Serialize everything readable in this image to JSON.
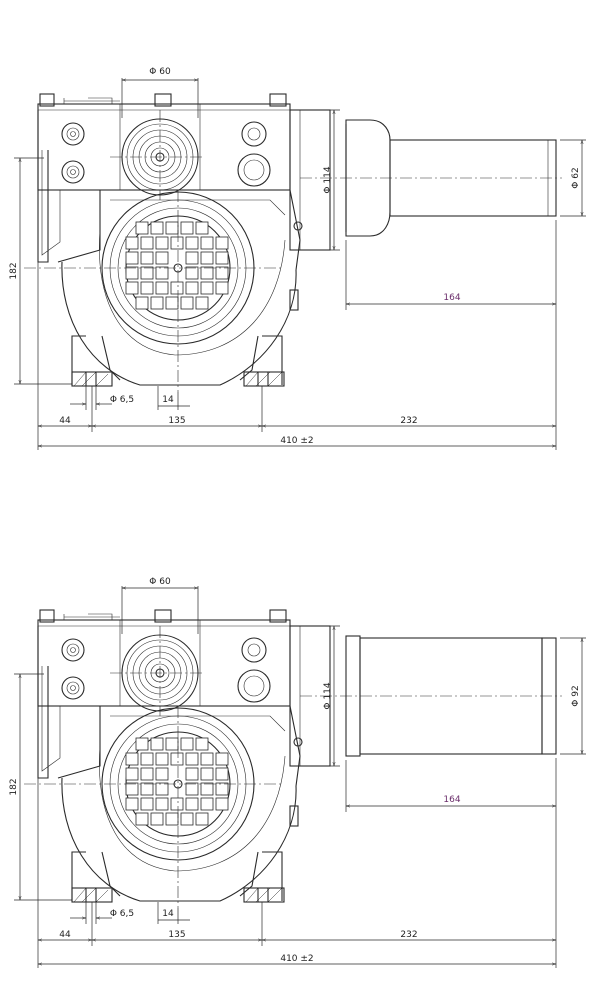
{
  "views": [
    {
      "id": "top",
      "dims": {
        "d60": "Φ 60",
        "d114": "Φ 114",
        "d_out": "Φ 62",
        "h182": "182",
        "l164": "164",
        "d65": "Φ 6,5",
        "w14": "14",
        "w44": "44",
        "w135": "135",
        "w232": "232",
        "total": "410 ±2"
      }
    },
    {
      "id": "bottom",
      "dims": {
        "d60": "Φ 60",
        "d114": "Φ 114",
        "d_out": "Φ 92",
        "h182": "182",
        "l164": "164",
        "d65": "Φ 6,5",
        "w14": "14",
        "w44": "44",
        "w135": "135",
        "w232": "232",
        "total": "410 ±2"
      }
    }
  ],
  "colors": {
    "line": "#2a2a2a",
    "accent_dim": "#6a2d6a"
  }
}
